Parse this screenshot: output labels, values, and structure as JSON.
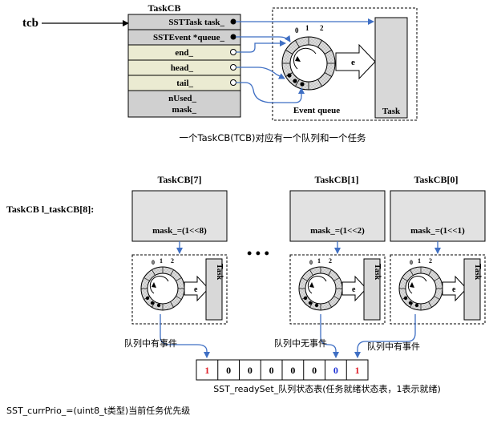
{
  "top": {
    "tcb_pointer": "tcb",
    "struct_title": "TaskCB",
    "fields": [
      "SSTTask task_",
      "SSTEvent *queue_",
      "end_",
      "head_",
      "tail_"
    ],
    "last_field_lines": [
      "nUsed_",
      "mask_"
    ],
    "queue_indices": [
      "0",
      "1",
      "2"
    ],
    "event_label": "e",
    "task_label": "Task",
    "queue_caption": "Event queue",
    "caption": "一个TaskCB(TCB)对应有一个队列和一个任务"
  },
  "bottom": {
    "array_decl": "TaskCB  l_taskCB[8]:",
    "blocks": [
      {
        "title": "TaskCB[7]",
        "mask": "mask_=(1<<8)"
      },
      {
        "title": "TaskCB[1]",
        "mask": "mask_=(1<<2)"
      },
      {
        "title": "TaskCB[0]",
        "mask": "mask_=(1<<1)"
      }
    ],
    "ellipsis": "• • •",
    "queue_indices": [
      "0",
      "1",
      "2"
    ],
    "event_label": "e",
    "task_label": "Task",
    "status_labels": [
      "队列中有事件",
      "队列中无事件",
      "队列中有事件"
    ],
    "ready_bits": [
      "1",
      "0",
      "0",
      "0",
      "0",
      "0",
      "0",
      "1"
    ],
    "ready_caption": "SST_readySet_队列状态表(任务就绪状态表，1表示就绪)",
    "prio_caption": "SST_currPrio_=(uint8_t类型)当前任务优先级"
  },
  "colors": {
    "struct_field_fill": "#d0d0d0",
    "struct_light_fill": "#ebebd2",
    "arrow_blue": "#3f6fc4",
    "bit_red": "#e0202a",
    "bit_blue": "#1c2fd6",
    "task_fill": "#d8d8d8",
    "block_fill": "#e2e2e2"
  }
}
